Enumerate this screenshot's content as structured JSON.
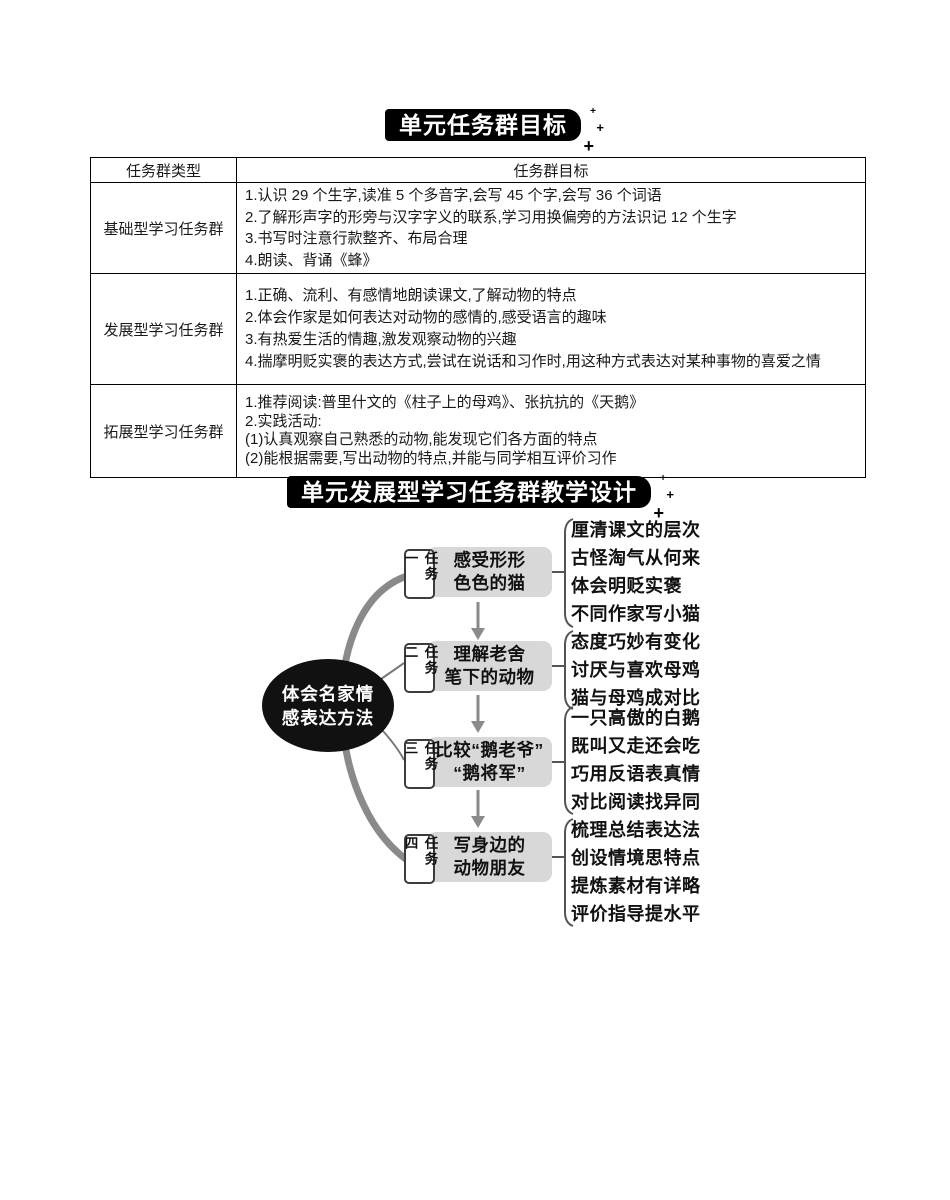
{
  "banners": {
    "title1": "单元任务群目标",
    "title2": "单元发展型学习任务群教学设计"
  },
  "icons": {
    "sparkle": "+"
  },
  "table": {
    "headers": [
      "任务群类型",
      "任务群目标"
    ],
    "rows": [
      {
        "type": "基础型学习任务群",
        "goals": [
          "1.认识 29 个生字,读准 5 个多音字,会写 45 个字,会写 36 个词语",
          "2.了解形声字的形旁与汉字字义的联系,学习用换偏旁的方法识记 12 个生字",
          "3.书写时注意行款整齐、布局合理",
          "4.朗读、背诵《蜂》"
        ]
      },
      {
        "type": "发展型学习任务群",
        "goals": [
          "1.正确、流利、有感情地朗读课文,了解动物的特点",
          "2.体会作家是如何表达对动物的感情的,感受语言的趣味",
          "3.有热爱生活的情趣,激发观察动物的兴趣",
          "4.揣摩明贬实褒的表达方式,尝试在说话和习作时,用这种方式表达对某种事物的喜爱之情"
        ]
      },
      {
        "type": "拓展型学习任务群",
        "goals": [
          "1.推荐阅读:普里什文的《柱子上的母鸡》、张抗抗的《天鹅》",
          "2.实践活动:",
          "(1)认真观察自己熟悉的动物,能发现它们各方面的特点",
          "(2)能根据需要,写出动物的特点,并能与同学相互评价习作"
        ]
      }
    ]
  },
  "diagram": {
    "center": {
      "line1": "体会名家情",
      "line2": "感表达方法"
    },
    "tasks": [
      {
        "label": "任务一",
        "title_line1": "感受形形",
        "title_line2": "色色的猫",
        "items": [
          "厘清课文的层次",
          "古怪淘气从何来",
          "体会明贬实褒",
          "不同作家写小猫"
        ]
      },
      {
        "label": "任务二",
        "title_line1": "理解老舍",
        "title_line2": "笔下的动物",
        "items": [
          "态度巧妙有变化",
          "讨厌与喜欢母鸡",
          "猫与母鸡成对比"
        ]
      },
      {
        "label": "任务三",
        "title_line1": "比较“鹅老爷”",
        "title_line2": "“鹅将军”",
        "items": [
          "一只高傲的白鹅",
          "既叫又走还会吃",
          "巧用反语表真情",
          "对比阅读找异同"
        ]
      },
      {
        "label": "任务四",
        "title_line1": "写身边的",
        "title_line2": "动物朋友",
        "items": [
          "梳理总结表达法",
          "创设情境思特点",
          "提炼素材有详略",
          "评价指导提水平"
        ]
      }
    ]
  }
}
